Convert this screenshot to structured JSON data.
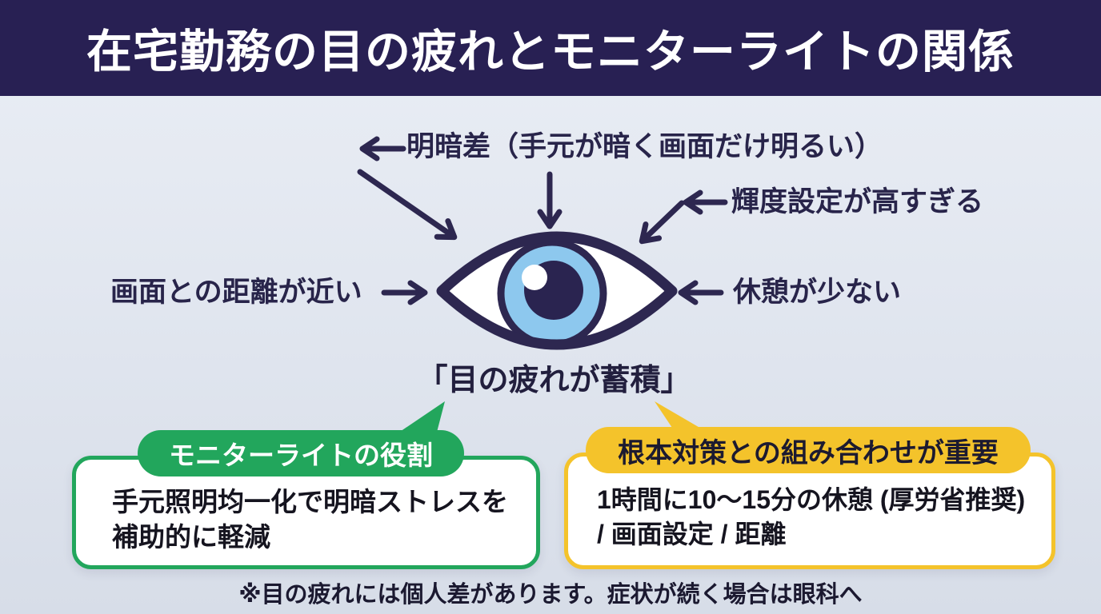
{
  "page": {
    "title": "在宅勤務の目の疲れとモニターライトの関係"
  },
  "diagram": {
    "causes": {
      "top": "明暗差（手元が暗く画面だけ明るい）",
      "right_top": "輝度設定が高すぎる",
      "left": "画面との距離が近い",
      "right": "休憩が少ない"
    },
    "center_caption": "「目の疲れが蓄積」",
    "arrows": [
      {
        "name": "arrow-contrast-left-icon",
        "direction": "left"
      },
      {
        "name": "arrow-diagonal-topleft-icon",
        "direction": "down-right-to-eye"
      },
      {
        "name": "arrow-down-icon",
        "direction": "down-to-eye"
      },
      {
        "name": "arrow-diagonal-topright-icon",
        "direction": "down-left-to-eye"
      },
      {
        "name": "arrow-brightness-left-icon",
        "direction": "left"
      },
      {
        "name": "arrow-distance-right-icon",
        "direction": "right-to-eye"
      },
      {
        "name": "arrow-rest-left-icon",
        "direction": "left-to-eye"
      }
    ],
    "eye_icon": "eye-icon"
  },
  "callouts": {
    "green": {
      "title": "モニターライトの役割",
      "body": [
        "手元照明均一化で明暗ストレスを",
        "補助的に軽減"
      ],
      "color": "#22a65c"
    },
    "yellow": {
      "title": "根本対策との組み合わせが重要",
      "body": [
        "1時間に10〜15分の休憩 (厚労省推奨)",
        "/ 画面設定 / 距離"
      ],
      "color": "#f4c32b"
    }
  },
  "footer": {
    "note": "※目の疲れには個人差があります。症状が続く場合は眼科へ"
  },
  "colors": {
    "header_bg": "#282053",
    "navy": "#2d2750",
    "iris_blue": "#8dc8ee",
    "background_top": "#eaeef5",
    "background_bottom": "#d7dde8",
    "green": "#22a65c",
    "yellow": "#f4c32b",
    "text_dark": "#15141f"
  }
}
